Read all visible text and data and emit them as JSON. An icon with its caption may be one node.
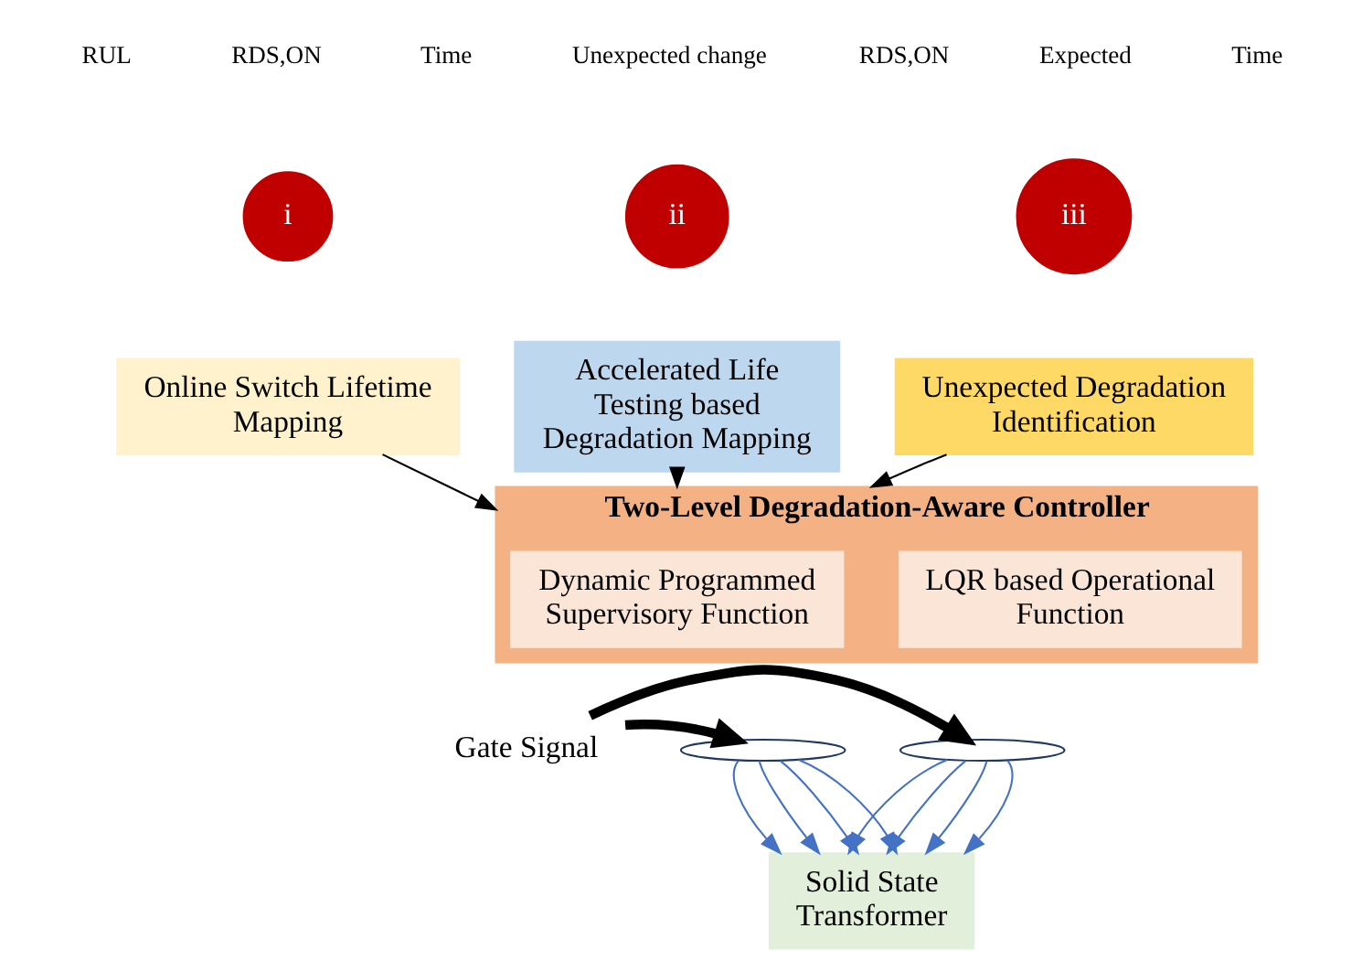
{
  "diagram": {
    "nodes": [
      {
        "text": [
          "Online Switch Lifetime Mapping"
        ]
      },
      {
        "text": [
          "Accelerated Life Testing based Degradation Mapping"
        ]
      },
      {
        "text": [
          "Unexpected Degradation Identification"
        ]
      },
      {
        "text": [
          "Two-Level Degradation-Aware Controller"
        ]
      },
      {
        "text": [
          "Dynamic Programmed Supervisory Function"
        ],
        "in": 3
      },
      {
        "text": [
          "LQR based Operational Function"
        ],
        "in": 3
      },
      {
        "text": [
          "i"
        ]
      },
      {
        "text": [
          "ii"
        ]
      },
      {
        "text": [
          "iii"
        ]
      },
      {
        "text": [],
        "shape": "ellipse"
      },
      {
        "text": [
          "Gate Signal"
        ]
      },
      {
        "text": [],
        "shape": "ellipse"
      },
      {
        "text": [
          "Solid State Transformer"
        ]
      }
    ],
    "edges": [
      {
        "from": 0,
        "to": 3,
        "arrow": "to",
        "color": "#000000"
      },
      {
        "from": 1,
        "to": 3,
        "arrow": "to",
        "color": "#000000"
      },
      {
        "from": 2,
        "to": 3,
        "arrow": "to",
        "color": "#000000"
      },
      {
        "from": 10,
        "to": 9,
        "arrow": "to",
        "style": "thick",
        "color": "#000000"
      },
      {
        "from": 10,
        "to": 11,
        "arrow": "to",
        "style": "thick",
        "color": "#000000"
      },
      {
        "from": 9,
        "to": 12,
        "arrow": "to",
        "color": "#4472c4"
      },
      {
        "from": 9,
        "to": 12,
        "arrow": "to",
        "color": "#4472c4"
      },
      {
        "from": 9,
        "to": 12,
        "arrow": "to",
        "color": "#4472c4"
      },
      {
        "from": 9,
        "to": 12,
        "arrow": "to",
        "color": "#4472c4"
      },
      {
        "from": 11,
        "to": 12,
        "arrow": "to",
        "color": "#4472c4"
      },
      {
        "from": 11,
        "to": 12,
        "arrow": "to",
        "color": "#4472c4"
      },
      {
        "from": 11,
        "to": 12,
        "arrow": "to",
        "color": "#4472c4"
      },
      {
        "from": 11,
        "to": 12,
        "arrow": "to",
        "color": "#4472c4"
      }
    ],
    "labels": [
      "RUL",
      "RDS,ON",
      "Time",
      "Unexpected change",
      "RDS,ON",
      "Expected",
      "Time"
    ]
  }
}
